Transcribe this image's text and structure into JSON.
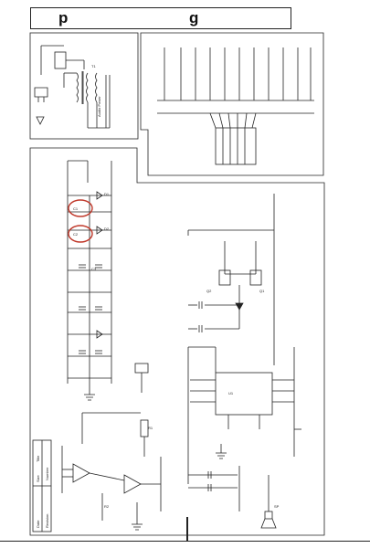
{
  "header": {
    "left_text": "p",
    "right_text": "g"
  },
  "labels": {
    "transformer": "T1",
    "power_supply": "Audio Power",
    "u1": "U1",
    "q1": "Q1",
    "q2": "Q2",
    "r1": "R1",
    "r2": "R2",
    "c1": "C1",
    "c2": "C2",
    "c3": "C3",
    "d1": "D1",
    "d2": "D2",
    "speaker": "SP",
    "title_block": "Title",
    "size": "Size",
    "number": "Number",
    "revision": "Revision",
    "date": "Date"
  }
}
